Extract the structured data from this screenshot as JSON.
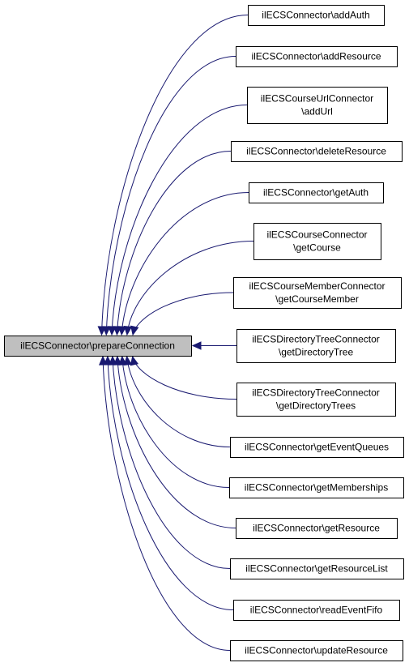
{
  "root": {
    "lines": [
      "ilECSConnector\\prepareConnection"
    ]
  },
  "callers": [
    {
      "lines": [
        "ilECSConnector\\addAuth"
      ]
    },
    {
      "lines": [
        "ilECSConnector\\addResource"
      ]
    },
    {
      "lines": [
        "ilECSCourseUrlConnector",
        "\\addUrl"
      ]
    },
    {
      "lines": [
        "ilECSConnector\\deleteResource"
      ]
    },
    {
      "lines": [
        "ilECSConnector\\getAuth"
      ]
    },
    {
      "lines": [
        "ilECSCourseConnector",
        "\\getCourse"
      ]
    },
    {
      "lines": [
        "ilECSCourseMemberConnector",
        "\\getCourseMember"
      ]
    },
    {
      "lines": [
        "ilECSDirectoryTreeConnector",
        "\\getDirectoryTree"
      ]
    },
    {
      "lines": [
        "ilECSDirectoryTreeConnector",
        "\\getDirectoryTrees"
      ]
    },
    {
      "lines": [
        "ilECSConnector\\getEventQueues"
      ]
    },
    {
      "lines": [
        "ilECSConnector\\getMemberships"
      ]
    },
    {
      "lines": [
        "ilECSConnector\\getResource"
      ]
    },
    {
      "lines": [
        "ilECSConnector\\getResourceList"
      ]
    },
    {
      "lines": [
        "ilECSConnector\\readEventFifo"
      ]
    },
    {
      "lines": [
        "ilECSConnector\\updateResource"
      ]
    }
  ],
  "colors": {
    "edge": "#191970",
    "root_fill": "#bfbfbf",
    "node_fill": "#ffffff",
    "border": "#000000"
  }
}
